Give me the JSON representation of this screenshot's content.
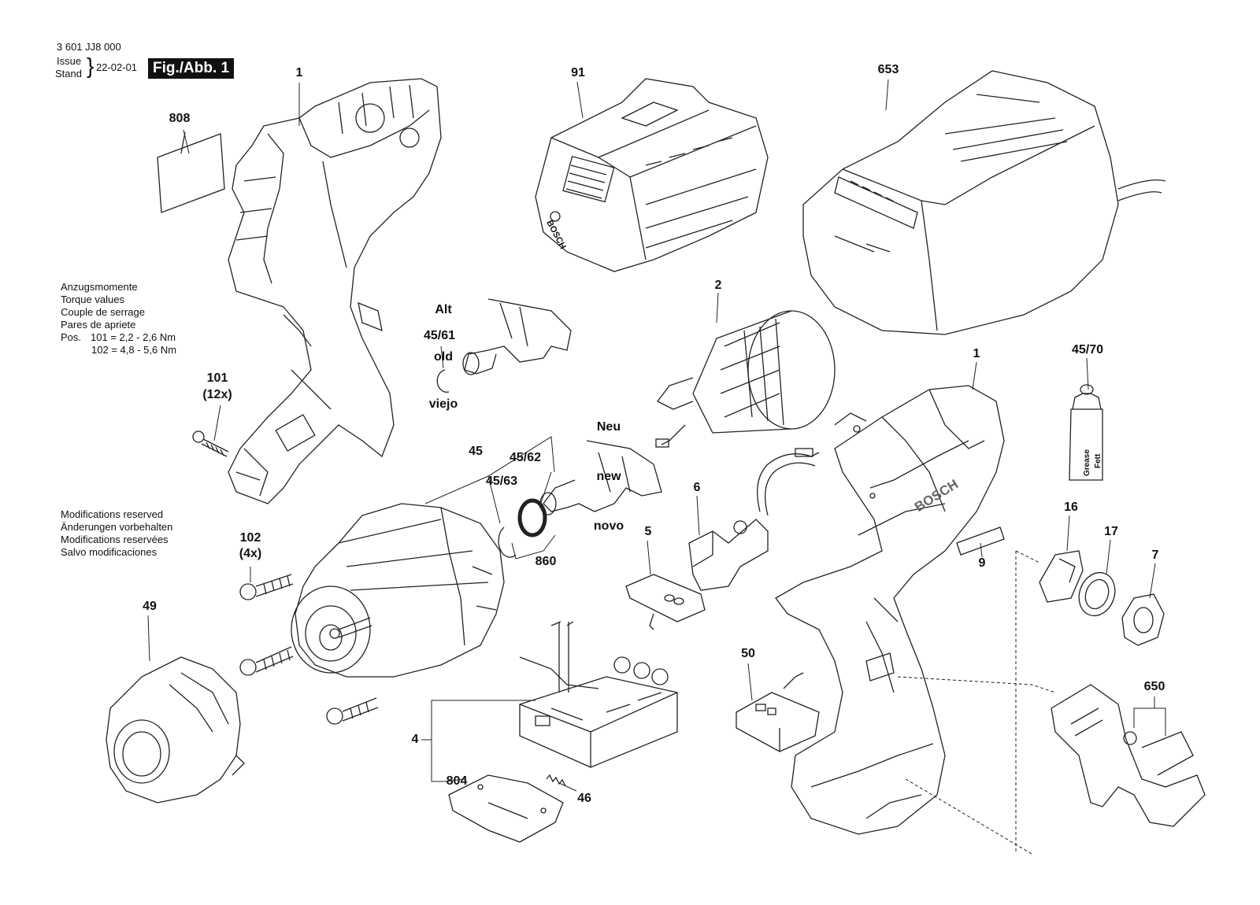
{
  "header": {
    "doc_number": "3 601 JJ8 000",
    "issue_label": "Issue",
    "stand_label": "Stand",
    "date": "22-02-01",
    "figure": "Fig./Abb. 1"
  },
  "torque": {
    "lines": [
      "Anzugsmomente",
      "Torque values",
      "Couple de serrage",
      "Pares de apriete"
    ],
    "pos_prefix": "Pos.",
    "row1": "101 = 2,2 - 2,6 Nm",
    "row2": "102 = 4,8 - 5,6 Nm"
  },
  "modifications": {
    "lines": [
      "Modifications reserved",
      "Änderungen vorbehalten",
      "Modifications reservées",
      "Salvo modificaciones"
    ]
  },
  "variants": {
    "old": [
      "Alt",
      "old",
      "viejo"
    ],
    "new": [
      "Neu",
      "new",
      "novo"
    ]
  },
  "parts": {
    "p1_left": "1",
    "p808": "808",
    "p91": "91",
    "p653": "653",
    "p2": "2",
    "p45_61": "45/61",
    "p101": "101",
    "p101_qty": "(12x)",
    "p45": "45",
    "p45_62": "45/62",
    "p45_63": "45/63",
    "p860": "860",
    "p6": "6",
    "p5": "5",
    "p1_right": "1",
    "p45_70": "45/70",
    "p16": "16",
    "p17": "17",
    "p7": "7",
    "p9": "9",
    "p102": "102",
    "p102_qty": "(4x)",
    "p49": "49",
    "p50": "50",
    "p650": "650",
    "p4": "4",
    "p804": "804",
    "p46": "46"
  },
  "product_marks": {
    "brand": "BOSCH",
    "grease": "Grease",
    "fett": "Fett"
  }
}
